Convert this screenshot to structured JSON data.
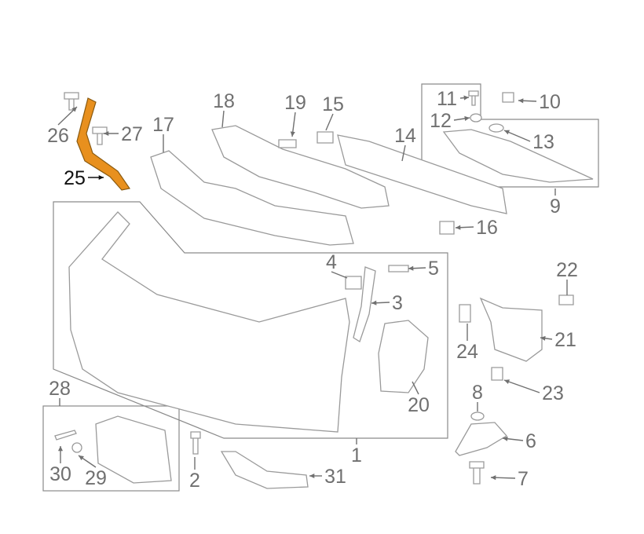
{
  "diagram": {
    "title": "Front bumper assembly parts diagram",
    "highlight_color": "#e8901e",
    "label_color": "#707070",
    "highlight_label_color": "#111111",
    "callouts": [
      "1",
      "2",
      "3",
      "4",
      "5",
      "6",
      "7",
      "8",
      "9",
      "10",
      "11",
      "12",
      "13",
      "14",
      "15",
      "16",
      "17",
      "18",
      "19",
      "20",
      "21",
      "22",
      "23",
      "24",
      "25",
      "26",
      "27",
      "28",
      "29",
      "30",
      "31"
    ],
    "highlighted_part": "25"
  }
}
